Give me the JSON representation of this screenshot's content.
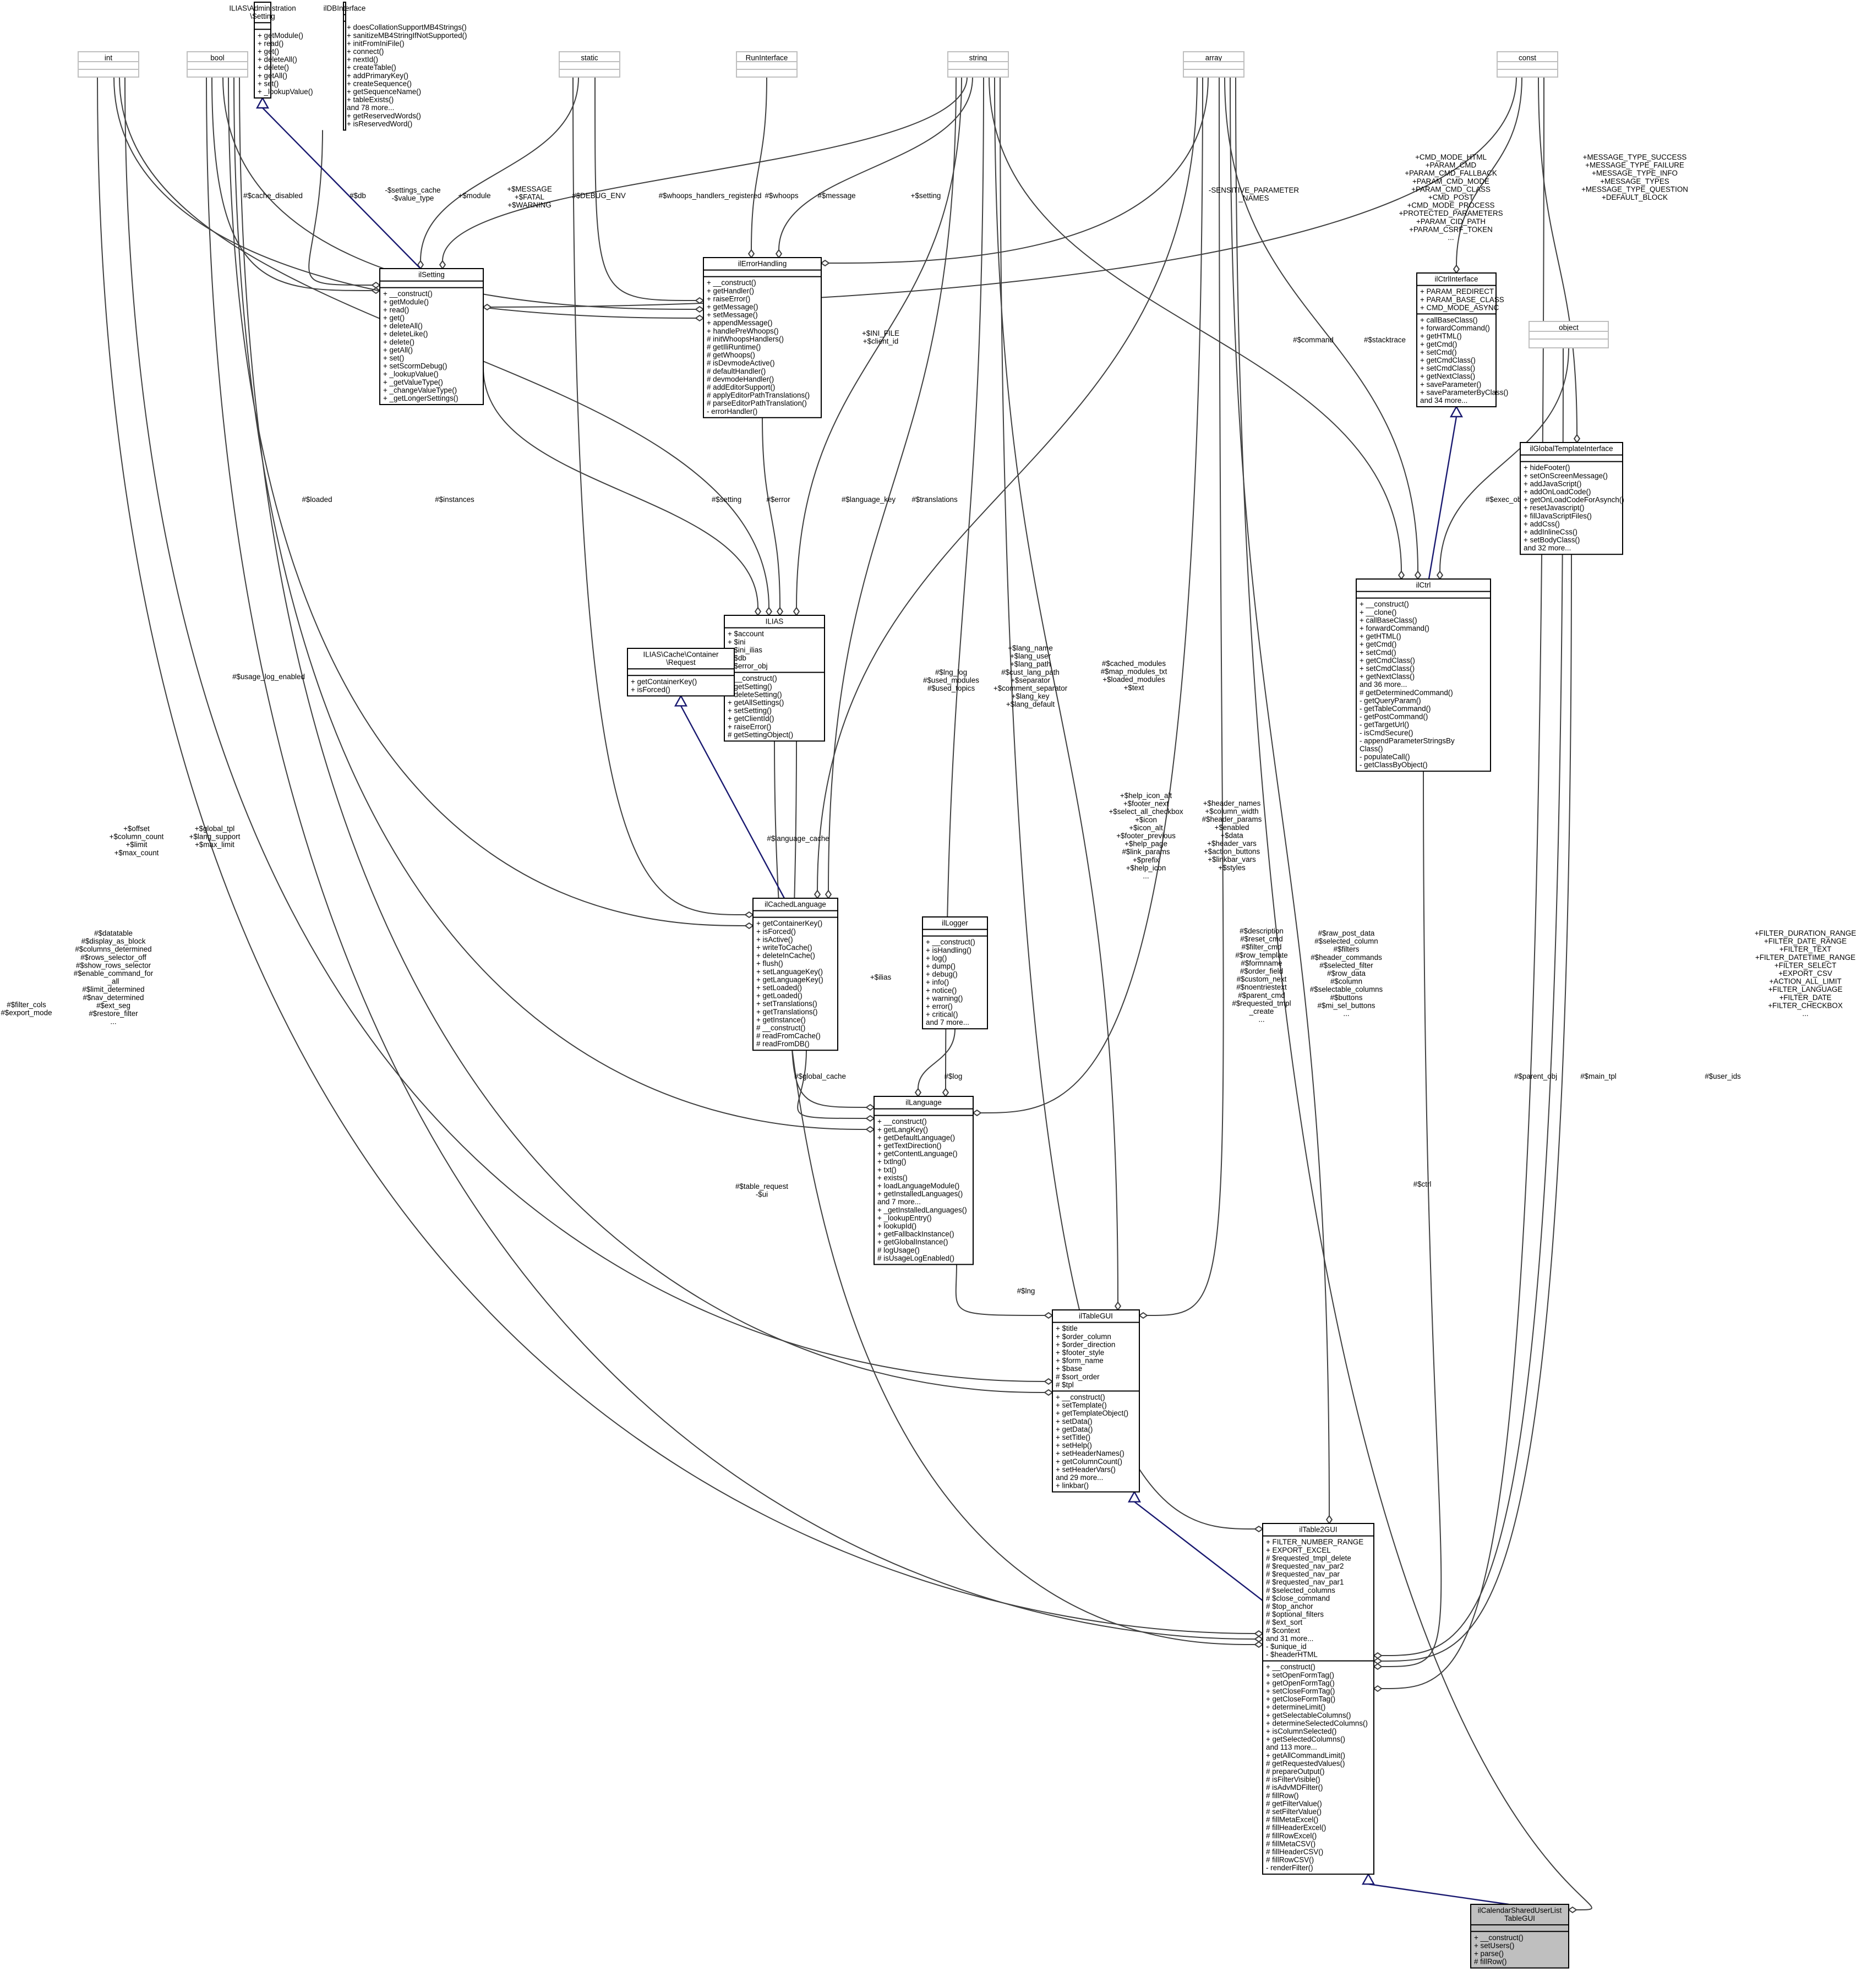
{
  "classes": [
    {
      "id": "int",
      "title": [
        "int"
      ],
      "attrs": [],
      "ops": []
    },
    {
      "id": "bool",
      "title": [
        "bool"
      ],
      "attrs": [],
      "ops": []
    },
    {
      "id": "adminSetting",
      "title": [
        "ILIAS\\Administration",
        "\\Setting"
      ],
      "attrs": [],
      "ops": [
        "+ getModule()",
        "+ read()",
        "+ get()",
        "+ deleteAll()",
        "+ delete()",
        "+ getAll()",
        "+ set()",
        "+ _lookupValue()"
      ]
    },
    {
      "id": "ilDBInterface",
      "title": [
        "ilDBInterface"
      ],
      "attrs": [],
      "ops": [
        "+ doesCollationSupportMB4Strings()",
        "+ sanitizeMB4StringIfNotSupported()",
        "+ initFromIniFile()",
        "+ connect()",
        "+ nextId()",
        "+ createTable()",
        "+ addPrimaryKey()",
        "+ createSequence()",
        "+ getSequenceName()",
        "+ tableExists()",
        "and 78 more...",
        "+ getReservedWords()",
        "+ isReservedWord()"
      ]
    },
    {
      "id": "static",
      "title": [
        "static"
      ],
      "attrs": [],
      "ops": []
    },
    {
      "id": "RunInterface",
      "title": [
        "RunInterface"
      ],
      "attrs": [],
      "ops": []
    },
    {
      "id": "string",
      "title": [
        "string"
      ],
      "attrs": [],
      "ops": []
    },
    {
      "id": "array",
      "title": [
        "array"
      ],
      "attrs": [],
      "ops": []
    },
    {
      "id": "const",
      "title": [
        "const"
      ],
      "attrs": [],
      "ops": []
    },
    {
      "id": "ilSetting",
      "title": [
        "ilSetting"
      ],
      "attrs": [],
      "ops": [
        "+ __construct()",
        "+ getModule()",
        "+ read()",
        "+ get()",
        "+ deleteAll()",
        "+ deleteLike()",
        "+ delete()",
        "+ getAll()",
        "+ set()",
        "+ setScormDebug()",
        "+ _lookupValue()",
        "+ _getValueType()",
        "+ _changeValueType()",
        "+ _getLongerSettings()"
      ]
    },
    {
      "id": "ilErrorHandling",
      "title": [
        "ilErrorHandling"
      ],
      "attrs": [],
      "ops": [
        "+ __construct()",
        "+ getHandler()",
        "+ raiseError()",
        "+ getMessage()",
        "+ setMessage()",
        "+ appendMessage()",
        "+ handlePreWhoops()",
        "# initWhoopsHandlers()",
        "# getIliRuntime()",
        "# getWhoops()",
        "# isDevmodeActive()",
        "# defaultHandler()",
        "# devmodeHandler()",
        "# addEditorSupport()",
        "# applyEditorPathTranslations()",
        "# parseEditorPathTranslation()",
        "- errorHandler()"
      ]
    },
    {
      "id": "ilCtrlInterface",
      "title": [
        "ilCtrlInterface"
      ],
      "attrs": [
        "+ PARAM_REDIRECT",
        "+ PARAM_BASE_CLASS",
        "+ CMD_MODE_ASYNC"
      ],
      "ops": [
        "+ callBaseClass()",
        "+ forwardCommand()",
        "+ getHTML()",
        "+ getCmd()",
        "+ setCmd()",
        "+ getCmdClass()",
        "+ setCmdClass()",
        "+ getNextClass()",
        "+ saveParameter()",
        "+ saveParameterByClass()",
        "and 34 more..."
      ]
    },
    {
      "id": "object",
      "title": [
        "object"
      ],
      "attrs": [],
      "ops": []
    },
    {
      "id": "ilGlobalTemplateInterface",
      "title": [
        "ilGlobalTemplateInterface"
      ],
      "attrs": [],
      "ops": [
        "+ hideFooter()",
        "+ setOnScreenMessage()",
        "+ addJavaScript()",
        "+ addOnLoadCode()",
        "+ getOnLoadCodeForAsynch()",
        "+ resetJavascript()",
        "+ fillJavaScriptFiles()",
        "+ addCss()",
        "+ addInlineCss()",
        "+ setBodyClass()",
        "and 32 more..."
      ]
    },
    {
      "id": "ilCtrl",
      "title": [
        "ilCtrl"
      ],
      "attrs": [],
      "ops": [
        "+ __construct()",
        "+ __clone()",
        "+ callBaseClass()",
        "+ forwardCommand()",
        "+ getHTML()",
        "+ getCmd()",
        "+ setCmd()",
        "+ getCmdClass()",
        "+ setCmdClass()",
        "+ getNextClass()",
        "and 36 more...",
        "# getDeterminedCommand()",
        "- getQueryParam()",
        "- getTableCommand()",
        "- getPostCommand()",
        "- getTargetUrl()",
        "- isCmdSecure()",
        "- appendParameterStringsBy",
        "Class()",
        "- populateCall()",
        "- getClassByObject()"
      ]
    },
    {
      "id": "ILIAS",
      "title": [
        "ILIAS"
      ],
      "attrs": [
        "+ $account",
        "+ $ini",
        "+ $ini_ilias",
        "+ $db",
        "+ $error_obj"
      ],
      "ops": [
        "+ __construct()",
        "+ getSetting()",
        "+ deleteSetting()",
        "+ getAllSettings()",
        "+ setSetting()",
        "+ getClientId()",
        "+ raiseError()",
        "# getSettingObject()"
      ]
    },
    {
      "id": "cacheRequest",
      "title": [
        "ILIAS\\Cache\\Container",
        "\\Request"
      ],
      "attrs": [],
      "ops": [
        "+ getContainerKey()",
        "+ isForced()"
      ]
    },
    {
      "id": "ilCachedLanguage",
      "title": [
        "ilCachedLanguage"
      ],
      "attrs": [],
      "ops": [
        "+ getContainerKey()",
        "+ isForced()",
        "+ isActive()",
        "+ writeToCache()",
        "+ deleteInCache()",
        "+ flush()",
        "+ setLanguageKey()",
        "+ getLanguageKey()",
        "+ setLoaded()",
        "+ getLoaded()",
        "+ setTranslations()",
        "+ getTranslations()",
        "+ getInstance()",
        "# __construct()",
        "# readFromCache()",
        "# readFromDB()"
      ]
    },
    {
      "id": "ilLogger",
      "title": [
        "ilLogger"
      ],
      "attrs": [],
      "ops": [
        "+ __construct()",
        "+ isHandling()",
        "+ log()",
        "+ dump()",
        "+ debug()",
        "+ info()",
        "+ notice()",
        "+ warning()",
        "+ error()",
        "+ critical()",
        "and 7 more..."
      ]
    },
    {
      "id": "ilLanguage",
      "title": [
        "ilLanguage"
      ],
      "attrs": [],
      "ops": [
        "+ __construct()",
        "+ getLangKey()",
        "+ getDefaultLanguage()",
        "+ getTextDirection()",
        "+ getContentLanguage()",
        "+ txtlng()",
        "+ txt()",
        "+ exists()",
        "+ loadLanguageModule()",
        "+ getInstalledLanguages()",
        "and 7 more...",
        "+ _getInstalledLanguages()",
        "+ _lookupEntry()",
        "+ lookupId()",
        "+ getFallbackInstance()",
        "+ getGlobalInstance()",
        "# logUsage()",
        "# isUsageLogEnabled()"
      ]
    },
    {
      "id": "ilTableGUI",
      "title": [
        "ilTableGUI"
      ],
      "attrs": [
        "+ $title",
        "+ $order_column",
        "+ $order_direction",
        "+ $footer_style",
        "+ $form_name",
        "+ $base",
        "# $sort_order",
        "# $tpl"
      ],
      "ops": [
        "+ __construct()",
        "+ setTemplate()",
        "+ getTemplateObject()",
        "+ setData()",
        "+ getData()",
        "+ setTitle()",
        "+ setHelp()",
        "+ setHeaderNames()",
        "+ getColumnCount()",
        "+ setHeaderVars()",
        "and 29 more...",
        "+ linkbar()"
      ]
    },
    {
      "id": "ilTable2GUI",
      "title": [
        "ilTable2GUI"
      ],
      "attrs": [
        "+ FILTER_NUMBER_RANGE",
        "+ EXPORT_EXCEL",
        "# $requested_tmpl_delete",
        "# $requested_nav_par2",
        "# $requested_nav_par",
        "# $requested_nav_par1",
        "# $selected_columns",
        "# $close_command",
        "# $top_anchor",
        "# $optional_filters",
        "# $ext_sort",
        "# $context",
        "and 31 more...",
        "- $unique_id",
        "- $headerHTML"
      ],
      "ops": [
        "+ __construct()",
        "+ setOpenFormTag()",
        "+ getOpenFormTag()",
        "+ setCloseFormTag()",
        "+ getCloseFormTag()",
        "+ determineLimit()",
        "+ getSelectableColumns()",
        "+ determineSelectedColumns()",
        "+ isColumnSelected()",
        "+ getSelectedColumns()",
        "and 113 more...",
        "+ getAllCommandLimit()",
        "# getRequestedValues()",
        "# prepareOutput()",
        "# isFilterVisible()",
        "# isAdvMDFilter()",
        "# fillRow()",
        "# getFilterValue()",
        "# setFilterValue()",
        "# fillMetaExcel()",
        "# fillHeaderExcel()",
        "# fillRowExcel()",
        "# fillMetaCSV()",
        "# fillHeaderCSV()",
        "# fillRowCSV()",
        "- renderFilter()"
      ]
    },
    {
      "id": "ilCalendarSharedUserListTableGUI",
      "title": [
        "ilCalendarSharedUserList",
        "TableGUI"
      ],
      "attrs": [],
      "ops": [
        "+ __construct()",
        "+ setUsers()",
        "+ parse()",
        "# fillRow()"
      ]
    }
  ],
  "edge_labels": [
    {
      "id": "lbl-cache-disabled",
      "lines": [
        "#$cache_disabled"
      ]
    },
    {
      "id": "lbl-db",
      "lines": [
        "#$db"
      ]
    },
    {
      "id": "lbl-settings-cache",
      "lines": [
        "-$settings_cache",
        "-$value_type"
      ]
    },
    {
      "id": "lbl-module",
      "lines": [
        "+$module"
      ]
    },
    {
      "id": "lbl-message-fatal",
      "lines": [
        "+$MESSAGE",
        "+$FATAL",
        "+$WARNING"
      ]
    },
    {
      "id": "lbl-debug-env",
      "lines": [
        "#$DEBUG_ENV"
      ]
    },
    {
      "id": "lbl-whoops-registered",
      "lines": [
        "#$whoops_handlers_registered"
      ]
    },
    {
      "id": "lbl-whoops",
      "lines": [
        "#$whoops"
      ]
    },
    {
      "id": "lbl-message",
      "lines": [
        "#$message"
      ]
    },
    {
      "id": "lbl-setting-top",
      "lines": [
        "+$setting"
      ]
    },
    {
      "id": "lbl-sensitive",
      "lines": [
        "-SENSITIVE_PARAMETER",
        "_NAMES"
      ]
    },
    {
      "id": "lbl-ctrl-consts",
      "lines": [
        "+CMD_MODE_HTML",
        "+PARAM_CMD",
        "+PARAM_CMD_FALLBACK",
        "+PARAM_CMD_MODE",
        "+PARAM_CMD_CLASS",
        "+CMD_POST",
        "+CMD_MODE_PROCESS",
        "+PROTECTED_PARAMETERS",
        "+PARAM_CID_PATH",
        "+PARAM_CSRF_TOKEN",
        "..."
      ]
    },
    {
      "id": "lbl-message-types",
      "lines": [
        "+MESSAGE_TYPE_SUCCESS",
        "+MESSAGE_TYPE_FAILURE",
        "+MESSAGE_TYPE_INFO",
        "+MESSAGE_TYPES",
        "+MESSAGE_TYPE_QUESTION",
        "+DEFAULT_BLOCK"
      ]
    },
    {
      "id": "lbl-command",
      "lines": [
        "#$command"
      ]
    },
    {
      "id": "lbl-stacktrace",
      "lines": [
        "#$stacktrace"
      ]
    },
    {
      "id": "lbl-ini-file",
      "lines": [
        "+$INI_FILE",
        "+$client_id"
      ]
    },
    {
      "id": "lbl-exec-object",
      "lines": [
        "#$exec_object"
      ]
    },
    {
      "id": "lbl-loaded",
      "lines": [
        "#$loaded"
      ]
    },
    {
      "id": "lbl-instances",
      "lines": [
        "#$instances"
      ]
    },
    {
      "id": "lbl-setting-ilias",
      "lines": [
        "#$setting"
      ]
    },
    {
      "id": "lbl-error",
      "lines": [
        "#$error"
      ]
    },
    {
      "id": "lbl-language-key",
      "lines": [
        "#$language_key"
      ]
    },
    {
      "id": "lbl-translations",
      "lines": [
        "#$translations"
      ]
    },
    {
      "id": "lbl-usage-log",
      "lines": [
        "#$usage_log_enabled"
      ]
    },
    {
      "id": "lbl-lang-name",
      "lines": [
        "+$lang_name",
        "+$lang_user",
        "+$lang_path",
        "#$cust_lang_path",
        "+$separator",
        "+$comment_separator",
        "+$lang_key",
        "+$lang_default"
      ]
    },
    {
      "id": "lbl-lng-log",
      "lines": [
        "#$lng_log",
        "#$used_modules",
        "#$used_topics"
      ]
    },
    {
      "id": "lbl-cached-modules",
      "lines": [
        "#$cached_modules",
        "#$map_modules_txt",
        "+$loaded_modules",
        "+$text"
      ]
    },
    {
      "id": "lbl-language-cache",
      "lines": [
        "#$language_cache"
      ]
    },
    {
      "id": "lbl-help-icon",
      "lines": [
        "+$help_icon_alt",
        "+$footer_next",
        "+$select_all_checkbox",
        "+$icon",
        "+$icon_alt",
        "+$footer_previous",
        "+$help_page",
        "#$link_params",
        "+$prefix",
        "+$help_icon",
        "..."
      ]
    },
    {
      "id": "lbl-header-names",
      "lines": [
        "+$header_names",
        "+$column_width",
        "#$header_params",
        "+$enabled",
        "+$data",
        "+$header_vars",
        "+$action_buttons",
        "+$linkbar_vars",
        "+$styles"
      ]
    },
    {
      "id": "lbl-offset",
      "lines": [
        "+$offset",
        "+$column_count",
        "+$limit",
        "+$max_count"
      ]
    },
    {
      "id": "lbl-global-tpl",
      "lines": [
        "+$global_tpl",
        "+$lang_support",
        "+$max_limit"
      ]
    },
    {
      "id": "lbl-datatable",
      "lines": [
        "#$datatable",
        "#$display_as_block",
        "#$columns_determined",
        "#$rows_selector_off",
        "#$show_rows_selector",
        "#$enable_command_for",
        "_all",
        "#$limit_determined",
        "#$nav_determined",
        "#$ext_seg",
        "#$restore_filter",
        "..."
      ]
    },
    {
      "id": "lbl-ilias",
      "lines": [
        "+$ilias"
      ]
    },
    {
      "id": "lbl-description",
      "lines": [
        "#$description",
        "#$reset_cmd",
        "#$filter_cmd",
        "#$row_template",
        "#$formname",
        "#$order_field",
        "#$custom_next",
        "#$noentriestext",
        "#$parent_cmd",
        "#$requested_tmpl",
        "_create",
        "..."
      ]
    },
    {
      "id": "lbl-raw-post",
      "lines": [
        "#$raw_post_data",
        "#$selected_column",
        "#$filters",
        "#$header_commands",
        "#$selected_filter",
        "#$row_data",
        "#$column",
        "#$selectable_columns",
        "#$buttons",
        "#$mi_sel_buttons",
        "..."
      ]
    },
    {
      "id": "lbl-filter-consts",
      "lines": [
        "+FILTER_DURATION_RANGE",
        "+FILTER_DATE_RANGE",
        "+FILTER_TEXT",
        "+FILTER_DATETIME_RANGE",
        "+FILTER_SELECT",
        "+EXPORT_CSV",
        "+ACTION_ALL_LIMIT",
        "+FILTER_LANGUAGE",
        "+FILTER_DATE",
        "+FILTER_CHECKBOX",
        "..."
      ]
    },
    {
      "id": "lbl-global-cache",
      "lines": [
        "#$global_cache"
      ]
    },
    {
      "id": "lbl-log",
      "lines": [
        "#$log"
      ]
    },
    {
      "id": "lbl-table-request",
      "lines": [
        "#$table_request",
        "-$ui"
      ]
    },
    {
      "id": "lbl-lng",
      "lines": [
        "#$lng"
      ]
    },
    {
      "id": "lbl-filter-cols",
      "lines": [
        "#$filter_cols",
        "#$export_mode"
      ]
    },
    {
      "id": "lbl-ctrl",
      "lines": [
        "#$ctrl"
      ]
    },
    {
      "id": "lbl-parent-obj",
      "lines": [
        "#$parent_obj"
      ]
    },
    {
      "id": "lbl-main-tpl",
      "lines": [
        "#$main_tpl"
      ]
    },
    {
      "id": "lbl-user-ids",
      "lines": [
        "#$user_ids"
      ]
    }
  ]
}
